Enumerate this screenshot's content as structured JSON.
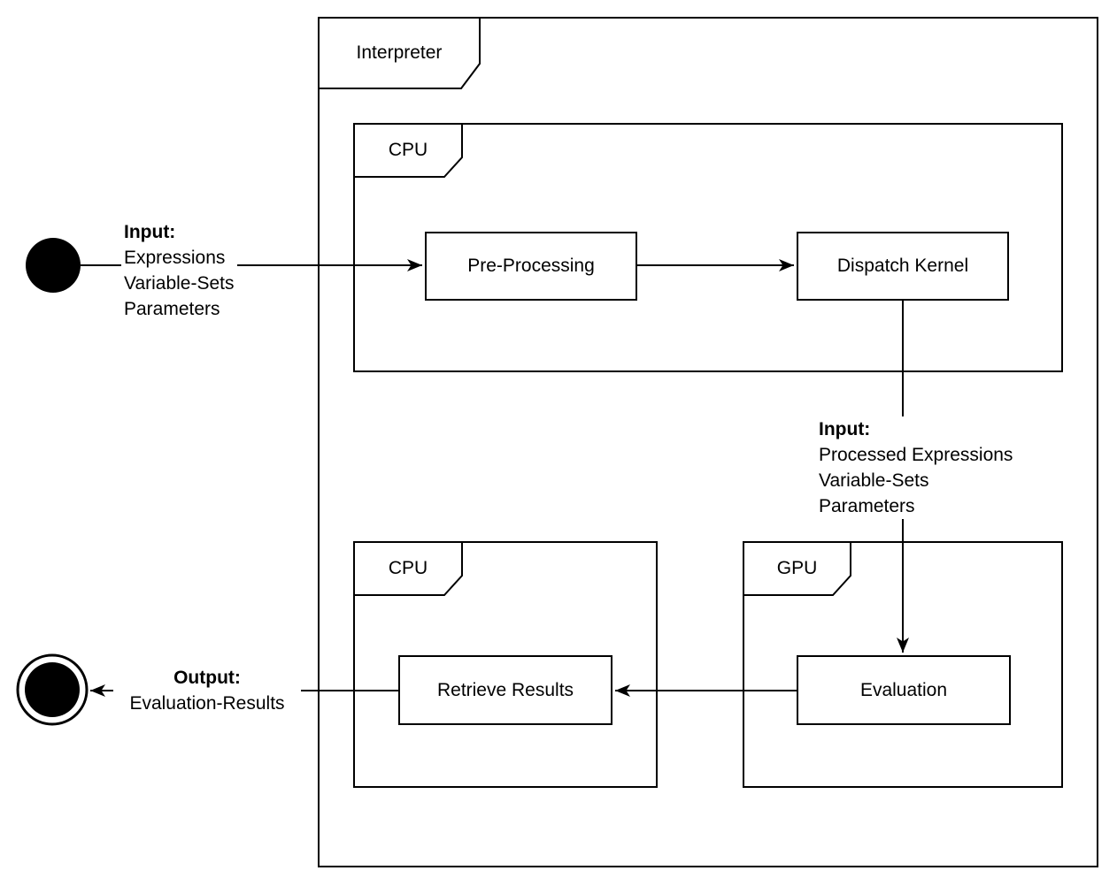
{
  "diagram": {
    "type": "uml-activity-diagram",
    "colors": {
      "line": "#000000",
      "background": "#ffffff",
      "node_fill": "#000000"
    },
    "frames": {
      "interpreter": {
        "label": "Interpreter"
      },
      "cpu_top": {
        "label": "CPU"
      },
      "cpu_bottom": {
        "label": "CPU"
      },
      "gpu": {
        "label": "GPU"
      }
    },
    "nodes": {
      "pre_processing": {
        "label": "Pre-Processing"
      },
      "dispatch_kernel": {
        "label": "Dispatch Kernel"
      },
      "evaluation": {
        "label": "Evaluation"
      },
      "retrieve_results": {
        "label": "Retrieve Results"
      }
    },
    "labels": {
      "input_start": {
        "title": "Input:",
        "lines": [
          "Expressions",
          "Variable-Sets",
          "Parameters"
        ]
      },
      "input_gpu": {
        "title": "Input:",
        "lines": [
          "Processed Expressions",
          "Variable-Sets",
          "Parameters"
        ]
      },
      "output": {
        "title": "Output:",
        "lines": [
          "Evaluation-Results"
        ]
      }
    },
    "edges": [
      {
        "from": "start-node",
        "to": "pre_processing"
      },
      {
        "from": "pre_processing",
        "to": "dispatch_kernel"
      },
      {
        "from": "dispatch_kernel",
        "to": "evaluation"
      },
      {
        "from": "evaluation",
        "to": "retrieve_results"
      },
      {
        "from": "retrieve_results",
        "to": "end-node"
      }
    ]
  }
}
